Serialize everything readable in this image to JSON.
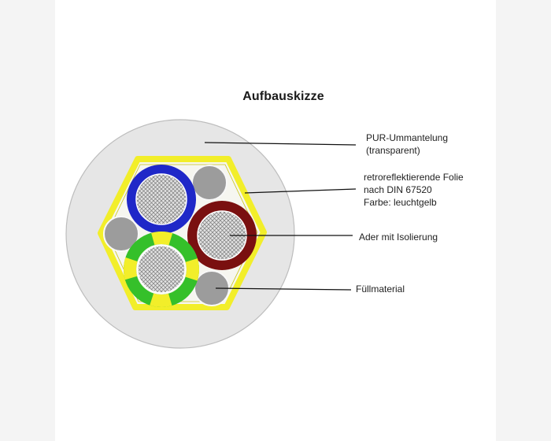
{
  "title": "Aufbauskizze",
  "labels": {
    "jacket": [
      "PUR-Ummantelung",
      "(transparent)"
    ],
    "foil": [
      "retroreflektierende Folie",
      "nach DIN 67520",
      "Farbe: leuchtgelb"
    ],
    "core": [
      "Ader mit Isolierung"
    ],
    "filler": [
      "Füllmaterial"
    ]
  },
  "colors": {
    "jacket": "#e6e6e6",
    "foil": "#f2ee2a",
    "core_blue": "#1f28c8",
    "core_red": "#7a1010",
    "core_green": "#35c02a",
    "core_stripe": "#f2ee2a",
    "filler": "#9c9c9c",
    "conductor": "#d8d8d8"
  }
}
